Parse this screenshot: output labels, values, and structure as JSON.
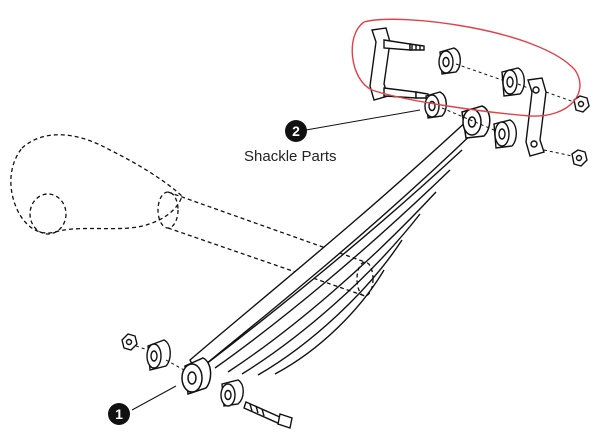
{
  "callouts": [
    {
      "number": "1",
      "label": ""
    },
    {
      "number": "2",
      "label": "Shackle Parts"
    }
  ],
  "colors": {
    "line": "#111111",
    "highlight": "#e0414b",
    "fill": "#ffffff"
  }
}
